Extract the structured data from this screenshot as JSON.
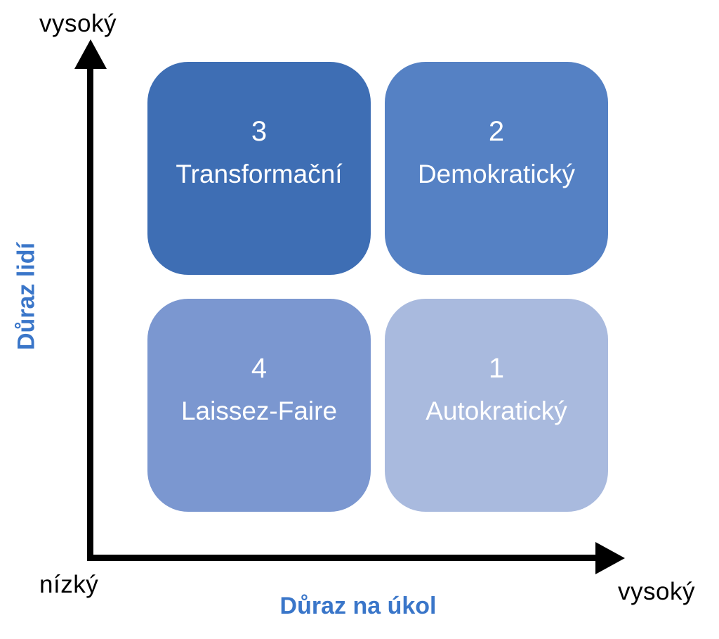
{
  "axes": {
    "y_title": "Důraz lidí",
    "x_title": "Důraz na úkol",
    "y_high_label": "vysoký",
    "y_low_label": "nízký",
    "x_high_label": "vysoký"
  },
  "quadrants": [
    {
      "number": "3",
      "label": "Transformační",
      "color": "#3e6eb4",
      "position": "top-left"
    },
    {
      "number": "2",
      "label": "Demokratický",
      "color": "#5581c4",
      "position": "top-right"
    },
    {
      "number": "4",
      "label": "Laissez-Faire",
      "color": "#7b97d0",
      "position": "bottom-left"
    },
    {
      "number": "1",
      "label": "Autokratický",
      "color": "#a9bade",
      "position": "bottom-right"
    }
  ],
  "colors": {
    "axis": "#000000",
    "axis_title_text": "#3a76c9",
    "quadrant_text": "#ffffff",
    "background": "#ffffff"
  }
}
